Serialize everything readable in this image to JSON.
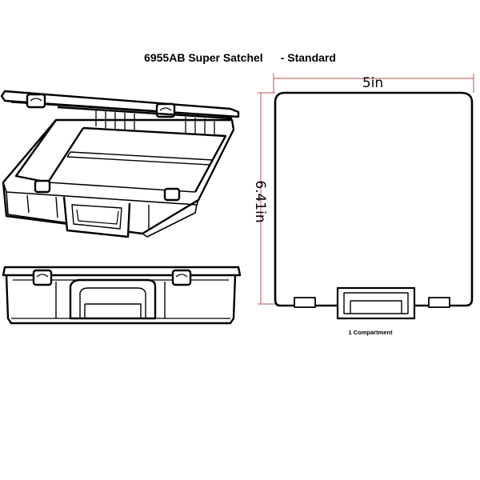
{
  "title": {
    "model": "6955AB Super Satchel",
    "variant": "- Standard"
  },
  "dimensions": {
    "width_label": "5in",
    "height_label": "6.41in"
  },
  "compartment_label": "1 Compartment",
  "colors": {
    "outline": "#000000",
    "dimension_line": "#c0505a",
    "background": "#ffffff"
  }
}
